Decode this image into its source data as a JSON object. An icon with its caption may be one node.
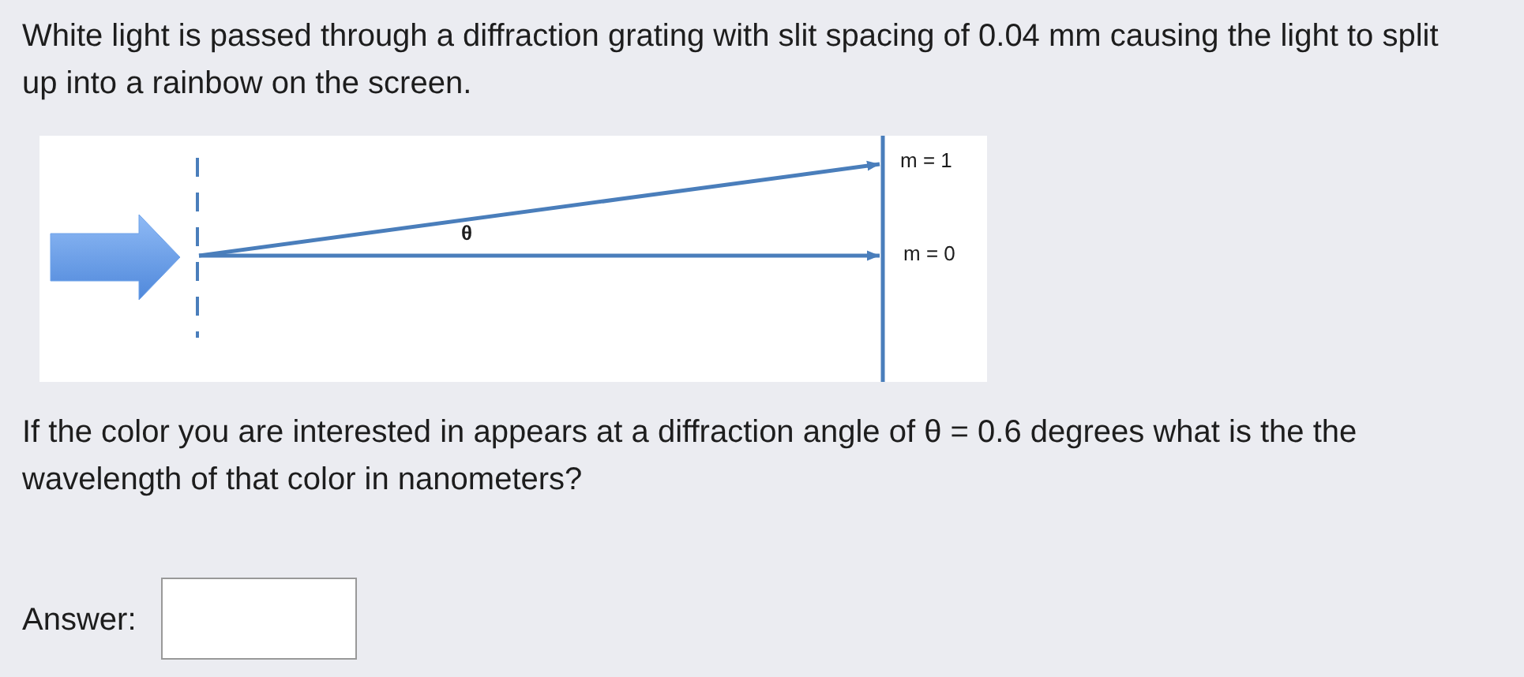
{
  "diagram": {
    "nodes": [
      {
        "text": [],
        "shape": "bar"
      },
      {
        "text": [],
        "shape": "bar",
        "beside": [
          "m = 1",
          "m = 0"
        ]
      }
    ],
    "edges": [
      {
        "from": null,
        "to": 0,
        "arrow": "to",
        "style": "thick",
        "color": "#6fa3ea"
      },
      {
        "from": 0,
        "to": 1,
        "arrow": "to"
      },
      {
        "from": 0,
        "to": 1,
        "arrow": "to"
      }
    ],
    "labels": [
      "White light is passed through a diffraction grating with slit spacing of 0.04 mm causing the light to split up into a rainbow on the screen.",
      "θ",
      "If the color you are interested in appears at a diffraction angle of θ = 0.6 degrees what is the the wavelength of that color in nanometers?",
      "Answer:"
    ]
  }
}
